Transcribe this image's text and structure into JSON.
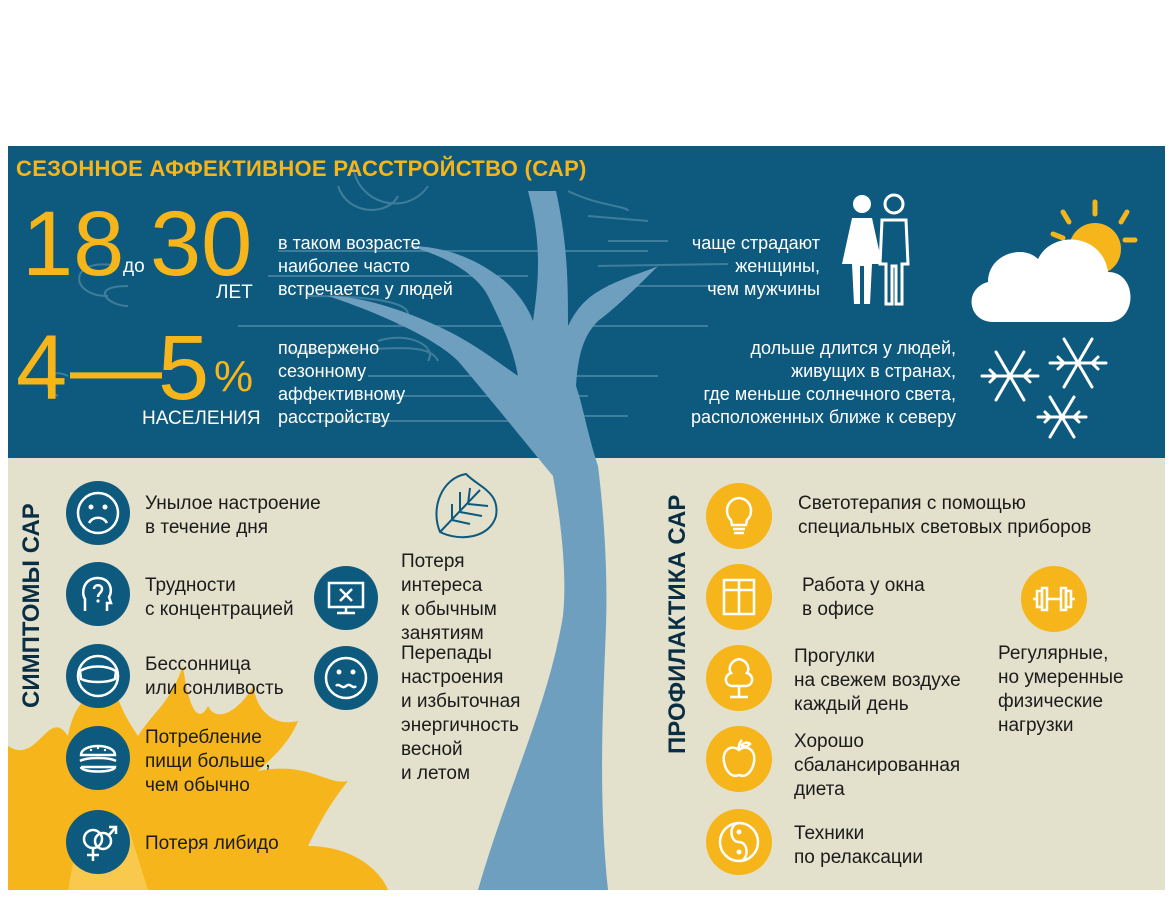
{
  "title": "СЕЗОННОЕ АФФЕКТИВНОЕ РАССТРОЙСТВО (САР)",
  "stats": {
    "age": {
      "from": "18",
      "to_word": "до",
      "to": "30",
      "unit": "ЛЕТ",
      "description": [
        "в таком возрасте",
        "наиболее часто",
        "встречается у людей"
      ]
    },
    "percent": {
      "from": "4",
      "dash": "—",
      "to": "5",
      "sign": "%",
      "unit": "НАСЕЛЕНИЯ",
      "description": [
        "подвержено",
        "сезонному",
        "аффективному",
        "расстройству"
      ]
    },
    "gender": {
      "text": [
        "чаще страдают",
        "женщины,",
        "чем мужчины"
      ],
      "icon": "woman-and-man-icon"
    },
    "north": {
      "text": [
        "дольше длится у людей,",
        "живущих в странах,",
        "где меньше солнечного света,",
        "расположенных ближе к северу"
      ],
      "icons": [
        "sun-cloud-icon",
        "snowflake-icon"
      ]
    }
  },
  "symptoms": {
    "heading": "СИМПТОМЫ САР",
    "items": [
      {
        "label": [
          "Унылое настроение",
          "в течение дня"
        ],
        "icon": "sad-face-icon"
      },
      {
        "label": [
          "Трудности",
          "с концентрацией"
        ],
        "icon": "head-question-icon"
      },
      {
        "label": [
          "Бессонница",
          "или сонливость"
        ],
        "icon": "sleep-mask-icon"
      },
      {
        "label": [
          "Потребление",
          "пищи больше,",
          "чем обычно"
        ],
        "icon": "burger-icon"
      },
      {
        "label": [
          "Потеря либидо"
        ],
        "icon": "gender-symbols-icon"
      },
      {
        "label": [
          "Потеря",
          "интереса",
          "к обычным",
          "занятиям"
        ],
        "icon": "tv-screen-icon"
      },
      {
        "label": [
          "Перепады",
          "настроения",
          "и избыточная",
          "энергичность",
          "весной",
          "и летом"
        ],
        "icon": "wavy-face-icon"
      }
    ]
  },
  "prevention": {
    "heading": "ПРОФИЛАКТИКА САР",
    "items": [
      {
        "label": [
          "Светотерапия с помощью",
          "специальных световых приборов"
        ],
        "icon": "lightbulb-icon"
      },
      {
        "label": [
          "Работа у окна",
          "в офисе"
        ],
        "icon": "window-icon"
      },
      {
        "label": [
          "Прогулки",
          "на свежем воздухе",
          "каждый день"
        ],
        "icon": "tree-icon"
      },
      {
        "label": [
          "Хорошо",
          "сбалансированная",
          "диета"
        ],
        "icon": "apple-icon"
      },
      {
        "label": [
          "Техники",
          "по релаксации"
        ],
        "icon": "yin-yang-icon"
      },
      {
        "label": [
          "Регулярные,",
          "но умеренные",
          "физические",
          "нагрузки"
        ],
        "icon": "dumbbell-icon"
      }
    ]
  },
  "colors": {
    "navy": "#0e5a7e",
    "yellow": "#f6b51a",
    "beige": "#e3e0cc",
    "tree": "#6f9fbf",
    "dark_text": "#1b1b1b"
  }
}
